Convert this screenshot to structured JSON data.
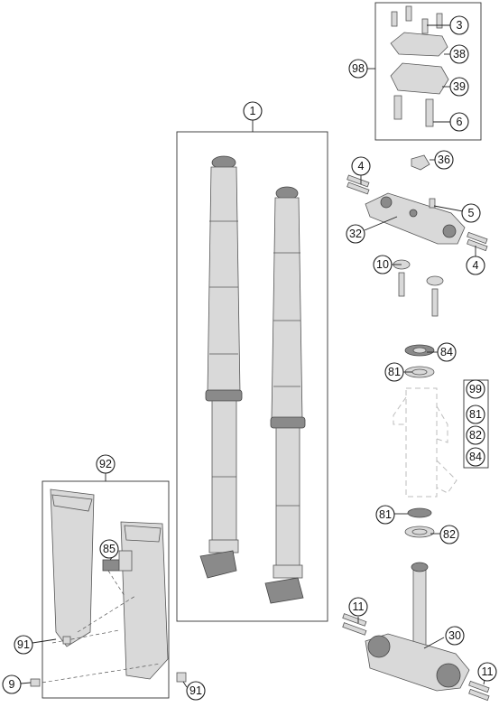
{
  "callouts": {
    "c1": "1",
    "c3": "3",
    "c38": "38",
    "c39": "39",
    "c6": "6",
    "c98": "98",
    "c4a": "4",
    "c36": "36",
    "c5": "5",
    "c32": "32",
    "c10": "10",
    "c4b": "4",
    "c84a": "84",
    "c81a": "81",
    "c99": "99",
    "c81b": "81",
    "c82a": "82",
    "c84b": "84",
    "c81c": "81",
    "c82b": "82",
    "c92": "92",
    "c85": "85",
    "c91a": "91",
    "c9": "9",
    "c91b": "91",
    "c11a": "11",
    "c30": "30",
    "c11b": "11"
  }
}
